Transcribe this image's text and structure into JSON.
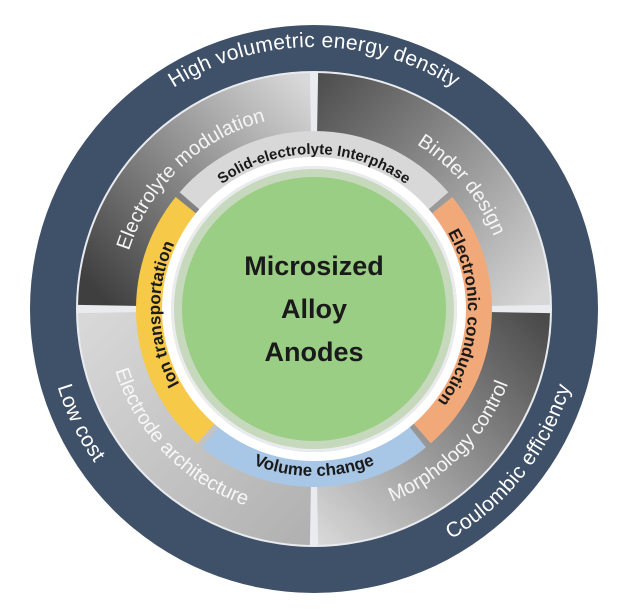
{
  "colors": {
    "outer_ring": "#3f5069",
    "outer_ring_inner_edge": "#e9ebef",
    "segment_dark": "#4d4d4d",
    "segment_light": "#d4d4d4",
    "segment_text_dark": "#ffffff",
    "segment_text_light": "#f2f2f2",
    "inner_sei": "#d8d8d8",
    "inner_ion": "#f7c948",
    "inner_electronic": "#f2a97a",
    "inner_volume": "#a8c6e6",
    "center_fill": "#9bce85",
    "center_edge": "#c7d9bd"
  },
  "outer_ring": {
    "labels": [
      {
        "id": "energy",
        "text": "High volumetric energy density"
      },
      {
        "id": "cost",
        "text": "Low cost"
      },
      {
        "id": "coulomb",
        "text": "Coulombic efficiency"
      }
    ]
  },
  "middle_ring": {
    "segments": [
      {
        "id": "electrolyte",
        "text": "Electrolyte modulation"
      },
      {
        "id": "binder",
        "text": "Binder design"
      },
      {
        "id": "morphology",
        "text": "Morphology control"
      },
      {
        "id": "electrode",
        "text": "Electrode architecture"
      }
    ]
  },
  "inner_ring": {
    "segments": [
      {
        "id": "sei",
        "text": "Solid-electrolyte Interphase"
      },
      {
        "id": "electronic",
        "text": "Electronic conduction"
      },
      {
        "id": "volume",
        "text": "Volume change"
      },
      {
        "id": "ion",
        "text": "Ion transportation"
      }
    ]
  },
  "center": {
    "lines": [
      "Microsized",
      "Alloy",
      "Anodes"
    ]
  }
}
